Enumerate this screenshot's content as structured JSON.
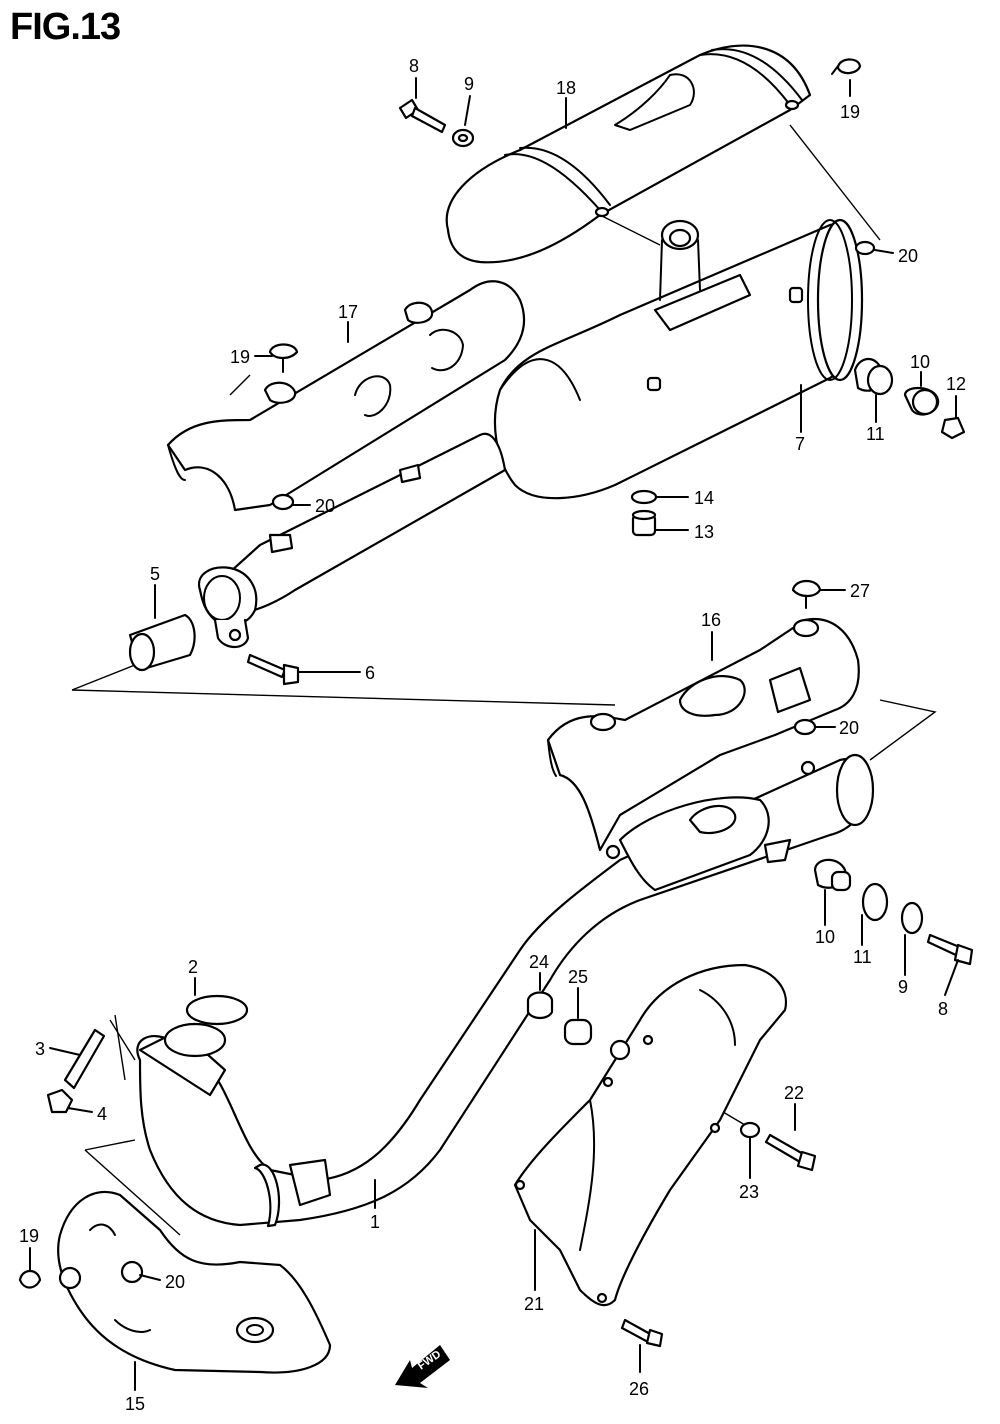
{
  "title": "FIG.13",
  "fwd_label": "FWD",
  "callouts": [
    {
      "id": "c8a",
      "text": "8"
    },
    {
      "id": "c9a",
      "text": "9"
    },
    {
      "id": "c18",
      "text": "18"
    },
    {
      "id": "c19a",
      "text": "19"
    },
    {
      "id": "c20a",
      "text": "20"
    },
    {
      "id": "c17",
      "text": "17"
    },
    {
      "id": "c19b",
      "text": "19"
    },
    {
      "id": "c20b",
      "text": "20"
    },
    {
      "id": "c10a",
      "text": "10"
    },
    {
      "id": "c12",
      "text": "12"
    },
    {
      "id": "c11a",
      "text": "11"
    },
    {
      "id": "c7",
      "text": "7"
    },
    {
      "id": "c14",
      "text": "14"
    },
    {
      "id": "c13",
      "text": "13"
    },
    {
      "id": "c5",
      "text": "5"
    },
    {
      "id": "c6",
      "text": "6"
    },
    {
      "id": "c27",
      "text": "27"
    },
    {
      "id": "c16",
      "text": "16"
    },
    {
      "id": "c20c",
      "text": "20"
    },
    {
      "id": "c10b",
      "text": "10"
    },
    {
      "id": "c11b",
      "text": "11"
    },
    {
      "id": "c9b",
      "text": "9"
    },
    {
      "id": "c8b",
      "text": "8"
    },
    {
      "id": "c2",
      "text": "2"
    },
    {
      "id": "c24",
      "text": "24"
    },
    {
      "id": "c25",
      "text": "25"
    },
    {
      "id": "c3",
      "text": "3"
    },
    {
      "id": "c4",
      "text": "4"
    },
    {
      "id": "c22",
      "text": "22"
    },
    {
      "id": "c23",
      "text": "23"
    },
    {
      "id": "c1",
      "text": "1"
    },
    {
      "id": "c19c",
      "text": "19"
    },
    {
      "id": "c20d",
      "text": "20"
    },
    {
      "id": "c21",
      "text": "21"
    },
    {
      "id": "c15",
      "text": "15"
    },
    {
      "id": "c26",
      "text": "26"
    }
  ]
}
